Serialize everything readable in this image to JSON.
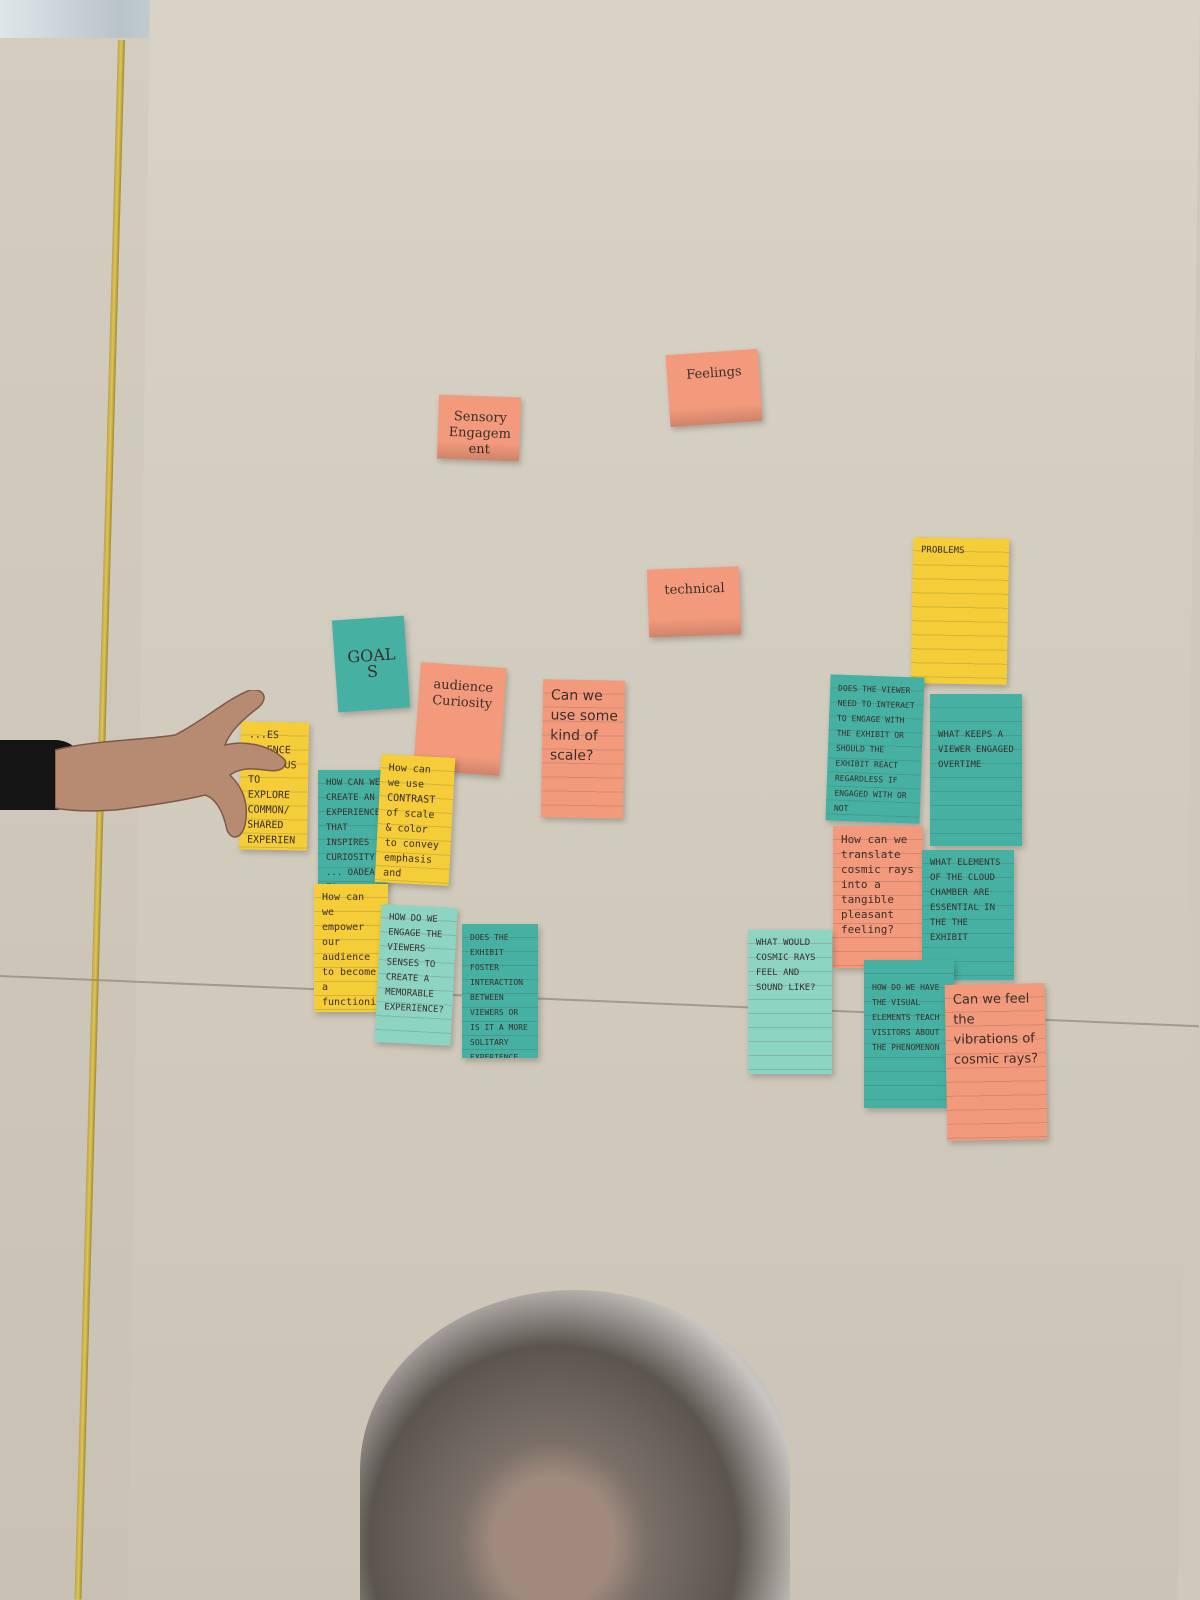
{
  "board": {
    "headers": {
      "sensory": "Sensory Engagement",
      "feelings": "Feelings",
      "technical": "technical",
      "problems": "PROBLEMS",
      "goals": "GOALS",
      "audience": "audience Curiosity"
    },
    "notes": {
      "scale": "Can we use some kind of scale?",
      "goal_shared": "...ES ...ENCE ALLOW US TO EXPLORE COMMON/ SHARED EXPERIENCES IN UNIQUE WAYS?",
      "create_experience": "HOW CAN WE CREATE AN EXPERIENCE THAT INSPIRES CURIOSITY ... OADEA TO ... MOTIVATE VIS... TO EXPLORE",
      "contrast": "How can we use CONTRAST of scale & color to convey emphasis and enhance audience ENGAGEMENT",
      "empower": "How can we empower our audience to become a functioning part of the exhibit (?",
      "engage_senses": "HOW DO WE ENGAGE THE VIEWERS SENSES TO CREATE A MEMORABLE EXPERIENCE?",
      "foster": "DOES THE EXHIBIT FOSTER INTERACTION BETWEEN VIEWERS OR IS IT A MORE SOLITARY EXPERIENCE",
      "interact": "DOES THE VIEWER NEED TO INTERACT TO ENGAGE WITH THE EXHIBIT OR SHOULD THE EXHIBIT REACT REGARDLESS IF ENGAGED WITH OR NOT",
      "keeps": "WHAT KEEPS A VIEWER ENGAGED OVERTIME",
      "translate": "How can we translate cosmic rays into a tangible pleasant feeling?",
      "elements": "WHAT ELEMENTS OF THE CLOUD CHAMBER ARE ESSENTIAL IN THE THE EXHIBIT",
      "cosmic_feel": "WHAT WOULD COSMIC Rays feel and sound like?",
      "teach": "HOW DO WE HAVE THE VISUAL ELEMENTS TEACH VISITORS ABOUT THE PHENOMENON",
      "vibrations": "Can we feel the vibrations of cosmic rays?"
    }
  }
}
